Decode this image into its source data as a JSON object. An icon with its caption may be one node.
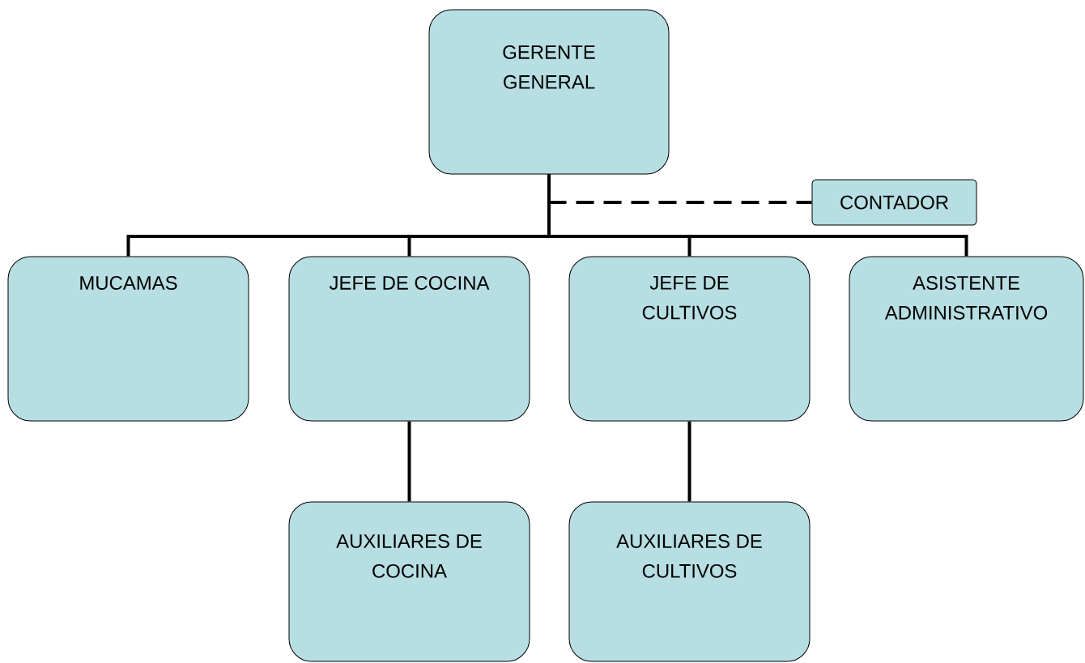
{
  "diagram": {
    "nodes": [
      {
        "text": [
          "GERENTE GENERAL"
        ]
      },
      {
        "text": [
          "CONTADOR"
        ]
      },
      {
        "text": [
          "MUCAMAS"
        ]
      },
      {
        "text": [
          "JEFE DE COCINA"
        ]
      },
      {
        "text": [
          "JEFE DE CULTIVOS"
        ]
      },
      {
        "text": [
          "ASISTENTE ADMINISTRATIVO"
        ]
      },
      {
        "text": [
          "AUXILIARES DE COCINA"
        ]
      },
      {
        "text": [
          "AUXILIARES DE CULTIVOS"
        ]
      }
    ],
    "edges": [
      {
        "from": 0,
        "to": 1,
        "arrow": "none",
        "style": "dashed"
      },
      {
        "from": 0,
        "to": 2,
        "arrow": "none"
      },
      {
        "from": 0,
        "to": 3,
        "arrow": "none"
      },
      {
        "from": 0,
        "to": 4,
        "arrow": "none"
      },
      {
        "from": 0,
        "to": 5,
        "arrow": "none"
      },
      {
        "from": 3,
        "to": 6,
        "arrow": "none"
      },
      {
        "from": 4,
        "to": 7,
        "arrow": "none"
      }
    ]
  }
}
